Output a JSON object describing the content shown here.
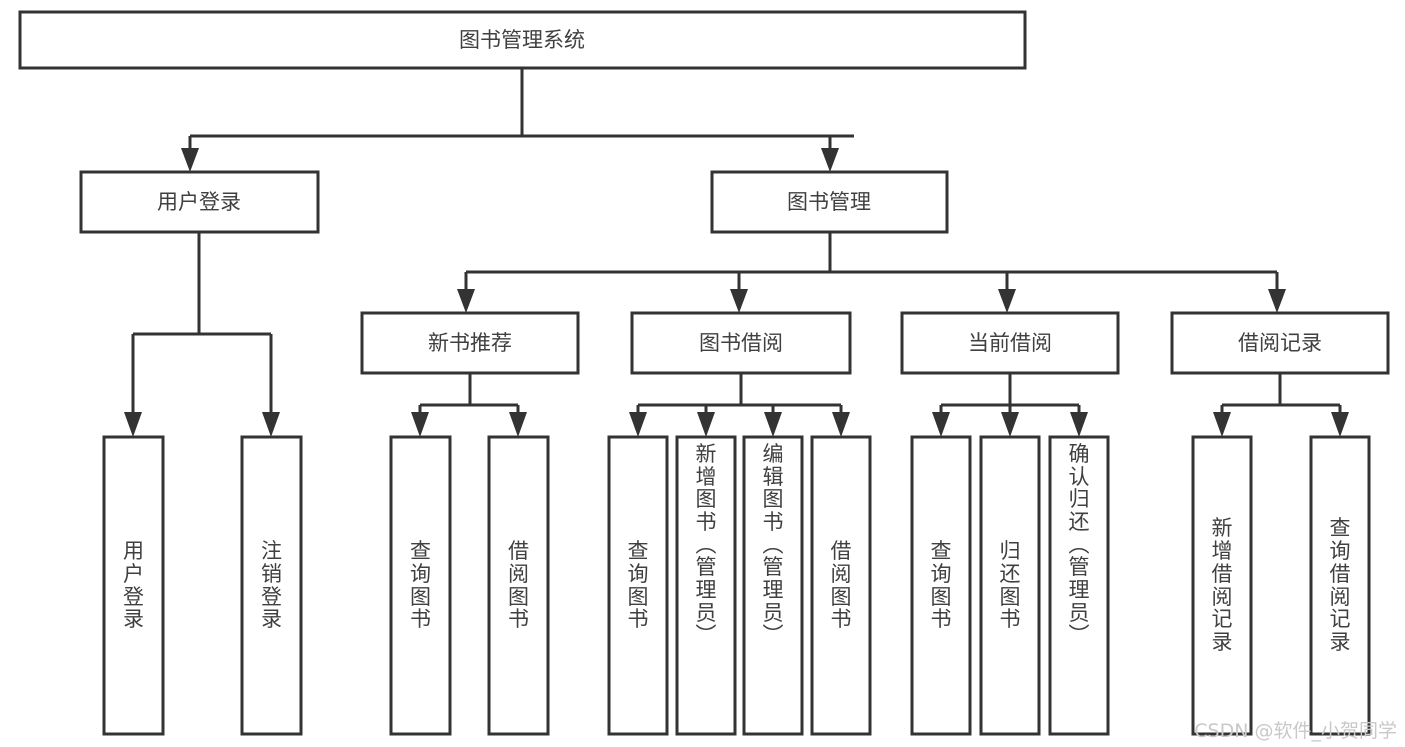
{
  "diagram": {
    "type": "tree-hierarchy-chart",
    "title_node": {
      "label": "图书管理系统"
    },
    "level2": [
      {
        "label": "用户登录"
      },
      {
        "label": "图书管理"
      }
    ],
    "level3": [
      {
        "label": "新书推荐"
      },
      {
        "label": "图书借阅"
      },
      {
        "label": "当前借阅"
      },
      {
        "label": "借阅记录"
      }
    ],
    "leaves": {
      "user_login": [
        {
          "label": "用户登录"
        },
        {
          "label": "注销登录"
        }
      ],
      "new_book_recommend": [
        {
          "label": "查询图书"
        },
        {
          "label": "借阅图书"
        }
      ],
      "book_borrow": [
        {
          "label": "查询图书"
        },
        {
          "label": "新增图书（管理员）"
        },
        {
          "label": "编辑图书（管理员）"
        },
        {
          "label": "借阅图书"
        }
      ],
      "current_borrow": [
        {
          "label": "查询图书"
        },
        {
          "label": "归还图书"
        },
        {
          "label": "确认归还（管理员）"
        }
      ],
      "borrow_records": [
        {
          "label": "新增借阅记录"
        },
        {
          "label": "查询借阅记录"
        }
      ]
    }
  },
  "watermark": {
    "text": "CSDN @软件_小贺同学"
  },
  "colors": {
    "box_stroke": "#333333",
    "box_fill": "#ffffff",
    "text": "#404040",
    "watermark": "#c9c9c9",
    "background": "#ffffff"
  }
}
